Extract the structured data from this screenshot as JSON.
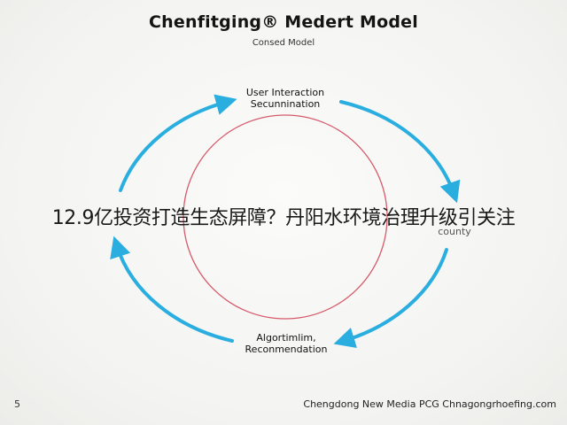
{
  "title": "Chenfitging® Medert Model",
  "subtitle": "Consed Model",
  "nodes": {
    "top": {
      "line1": "User Interaction",
      "line2": "Secunnination"
    },
    "right": {
      "line1": "county"
    },
    "bottom": {
      "line1": "Algortimlim,",
      "line2": "Reconmendation"
    }
  },
  "overlay_caption": "12.9亿投资打造生态屏障？丹阳水环境治理升级引关注",
  "page_number": "5",
  "footer": "Chengdong New Media PCG Chnagongrhoefing.com",
  "colors": {
    "cycle_arrow": "#2aaee0",
    "inner_circle": "#d65a6a",
    "background": "#f6f6f4"
  }
}
